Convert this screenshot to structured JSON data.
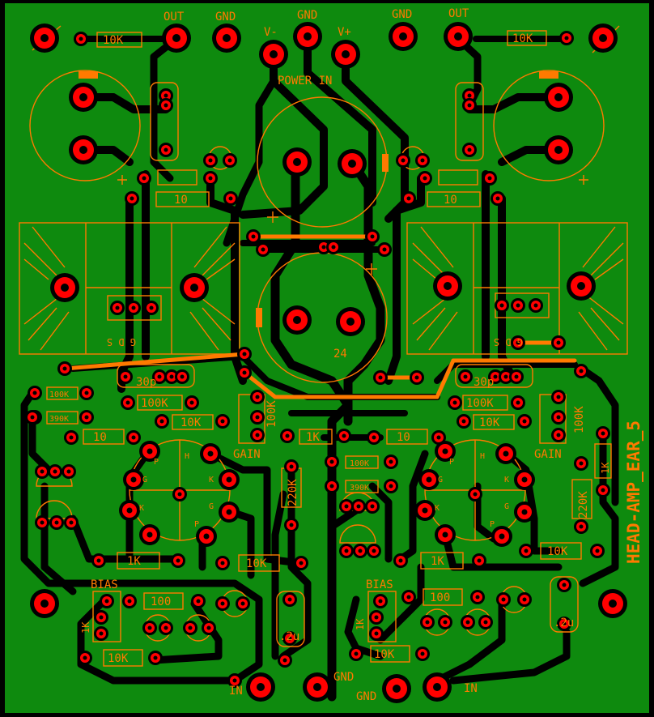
{
  "board_title": "HEAD-AMP_EAR_5",
  "colors": {
    "board": "#0e8a0e",
    "silkscreen": "#ff7a00",
    "pad": "#ff0000",
    "trace": "#000000"
  },
  "connectors": {
    "out_left": "OUT",
    "gnd_top_left": "GND",
    "v_minus": "V-",
    "gnd_top_center": "GND",
    "v_plus": "V+",
    "gnd_top_right": "GND",
    "out_right": "OUT",
    "power_in": "POWER IN",
    "in_left": "IN",
    "gnd_bottom_left": "GND",
    "gnd_bottom_right": "GND",
    "in_right": "IN"
  },
  "components": {
    "r_top_left": "10K",
    "r_top_right": "10K",
    "r_mid_left_10": "10",
    "r_mid_right_10": "10",
    "cap_center_value": "24",
    "c_left_30p": "30p",
    "c_right_30p": "30p",
    "r_100k_left_a": "100K",
    "r_100k_left_b": "100K",
    "r_390k_left": "390K",
    "r_10k_left_b": "10K",
    "r_10_left_c": "10",
    "r_100k_vert_left": "100K",
    "gain_left": "GAIN",
    "r_1k_center": "1K",
    "r_100k_right_a": "100K",
    "r_10k_right_b": "10K",
    "r_10_right_c": "10",
    "r_100k_vert_right": "100K",
    "gain_right": "GAIN",
    "r_1k_right_vert": "1K",
    "r_100k_mid_right": "100K",
    "r_390k_mid_right": "390K",
    "r_220k_left": "220K",
    "r_220k_right": "220K",
    "r_1k_left_bottom": "1K",
    "r_10k_left_bottom": "10K",
    "r_1k_right_bottom": "1K",
    "r_10k_right_bottom": "10K",
    "bias_left": "BIAS",
    "bias_right": "BIAS",
    "r_100_left": "100",
    "r_100_right": "100",
    "r_1k_bias_left": "1K",
    "r_1k_bias_right": "1K",
    "r_10k_in_left": "10K",
    "r_10k_in_right": "10K",
    "c_2u_left": ".2u",
    "c_2u_right": ".2u",
    "tube_pin_h": "H",
    "tube_pin_p": "P",
    "tube_pin_k": "K",
    "tube_pin_g": "G",
    "fet_pins": "G D S",
    "fet_pins_right": "G D S"
  }
}
